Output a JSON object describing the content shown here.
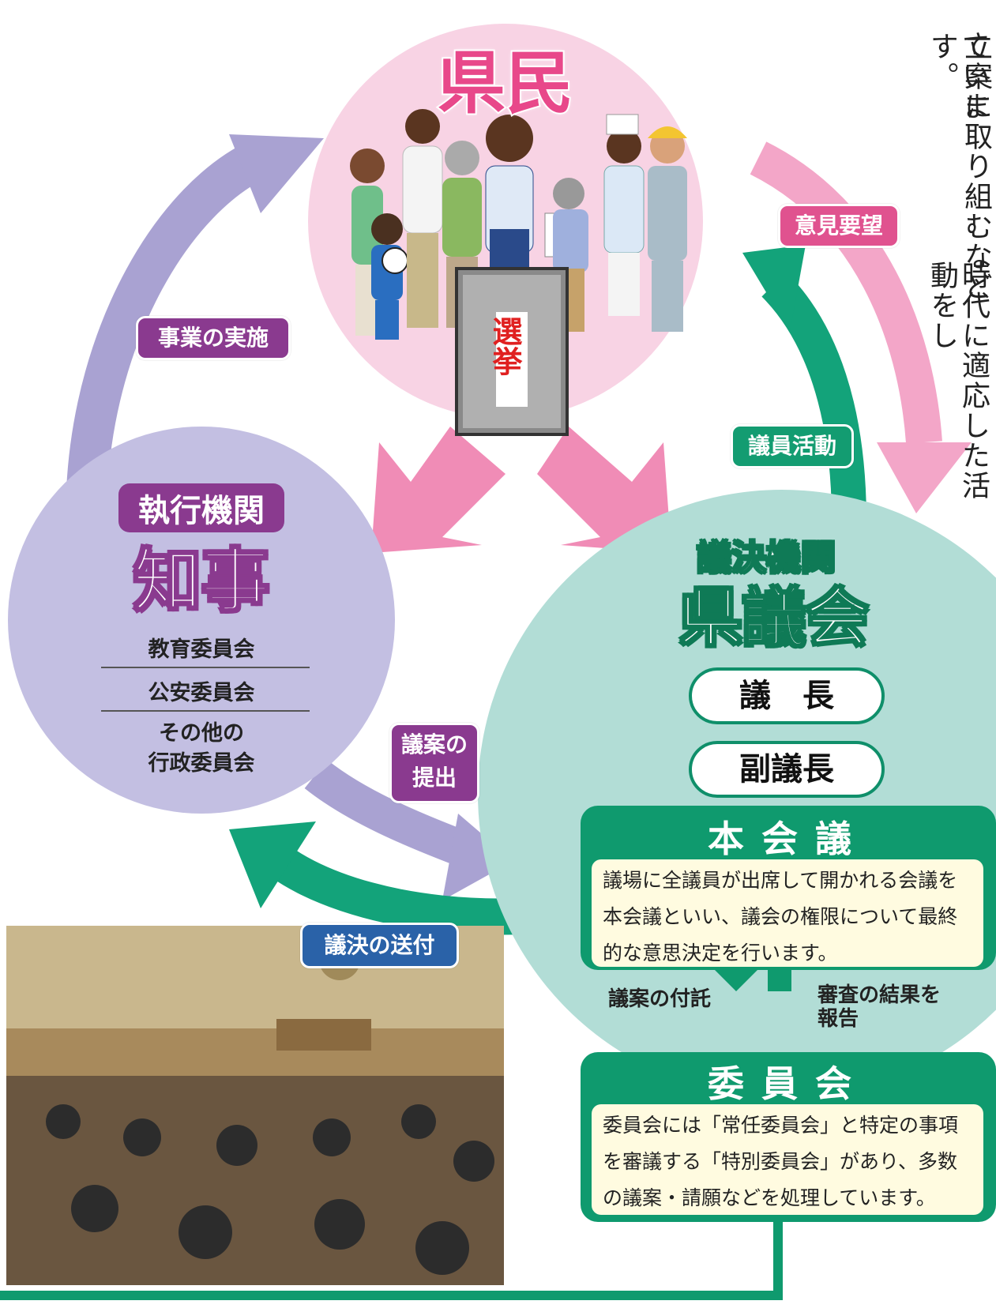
{
  "side_text": {
    "col1": "立案に取り組むなど",
    "col2": "ています。",
    "col3": "時代に適応した活動をし"
  },
  "citizens": {
    "title": "県民",
    "ballot_box_label": "選挙"
  },
  "executive": {
    "subtitle": "執行機関",
    "title": "知事",
    "committees": [
      "教育委員会",
      "公安委員会",
      "その他の\n行政委員会"
    ]
  },
  "assembly": {
    "subtitle": "議決機関",
    "title": "県議会",
    "chair": "議　長",
    "vice_chair": "副議長",
    "plenary": {
      "title": "本会議",
      "description": "議場に全議員が出席して開かれる会議を本会議といい、議会の権限について最終的な意思決定を行います。"
    },
    "committee": {
      "title": "委員会",
      "description": "委員会には「常任委員会」と特定の事項を審議する「特別委員会」があり、多数の議案・請願などを処理しています。"
    },
    "refer_label": "議案の付託",
    "report_label": "審査の結果を\n報告"
  },
  "flow_labels": {
    "implementation": "事業の実施",
    "opinions": "意見要望",
    "member_activity": "議員活動",
    "bill_submission": "議案の\n提出",
    "resolution_sent": "議決の送付"
  },
  "colors": {
    "pink": "#f3a6c8",
    "pink_circle": "#f8d3e4",
    "lavender": "#c3bfe2",
    "lavender_arrow": "#a9a2d2",
    "mint": "#b2ddd6",
    "green": "#0f9a6e",
    "purple_label": "#8a3a8f",
    "pink_label": "#e0528f",
    "green_label": "#139c71",
    "blue_label": "#2a62a8"
  }
}
